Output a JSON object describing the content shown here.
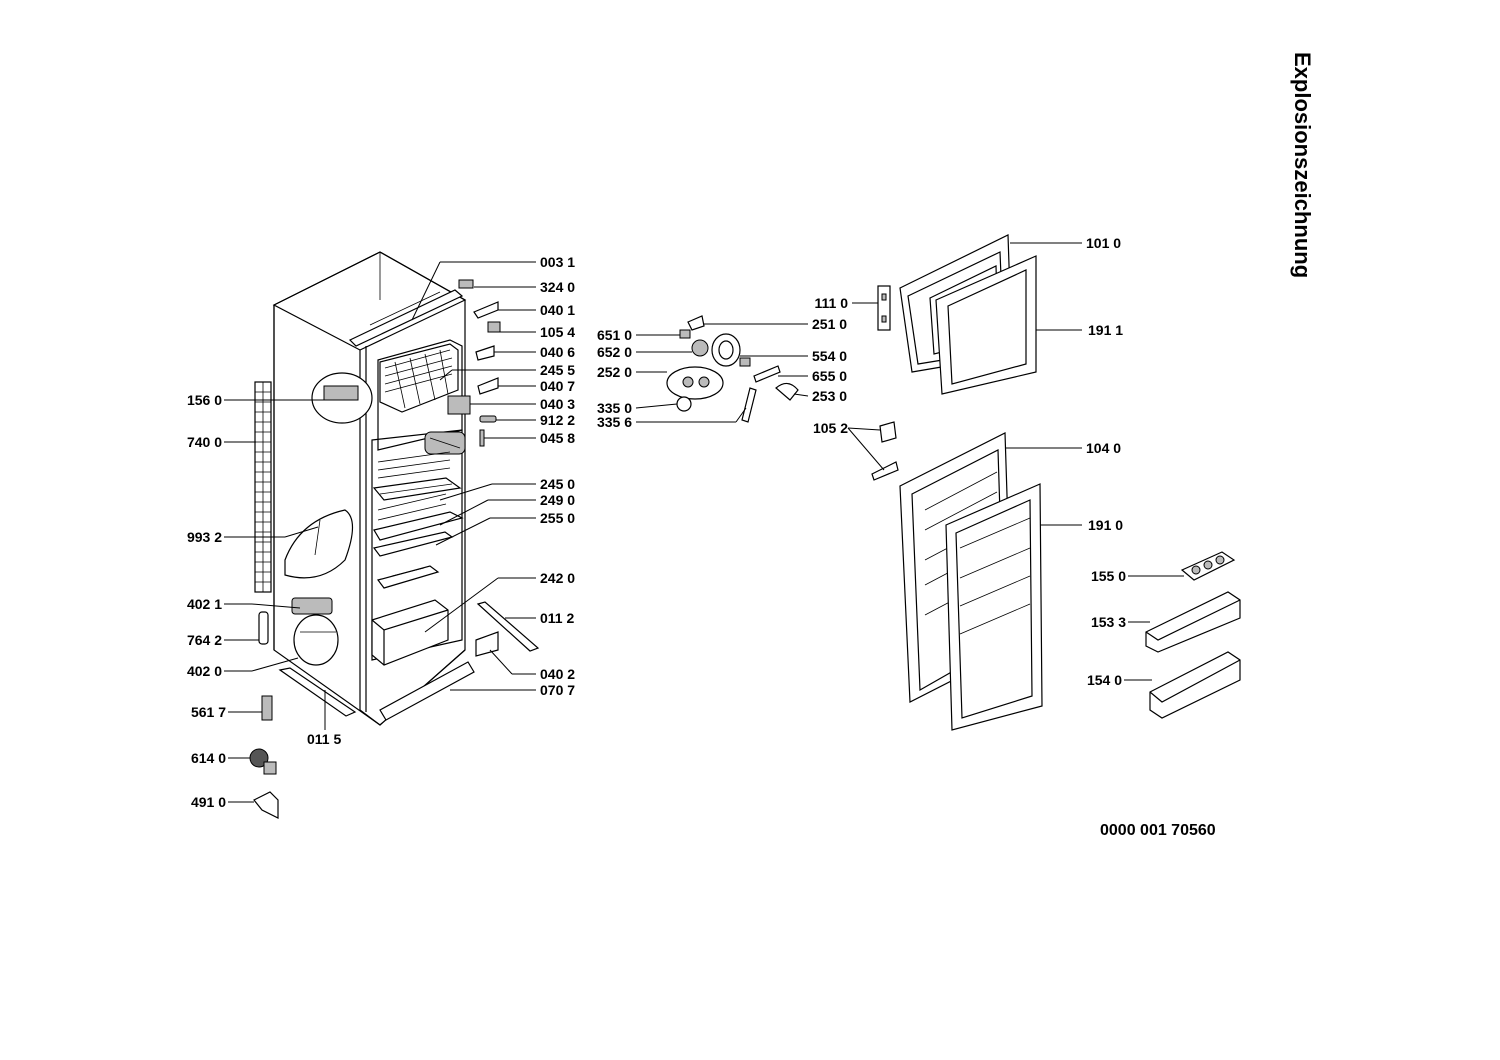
{
  "title": "Explosionszeichnung",
  "document_number": "0000  001 70560",
  "part_labels": {
    "p0031": "003 1",
    "p3240": "324 0",
    "p0401": "040 1",
    "p1054": "105 4",
    "p0406": "040 6",
    "p2455": "245 5",
    "p0407": "040 7",
    "p0403": "040 3",
    "p9122": "912 2",
    "p0458": "045 8",
    "p2450": "245 0",
    "p2490": "249 0",
    "p2550": "255 0",
    "p2420": "242 0",
    "p0112": "011 2",
    "p0402": "040 2",
    "p0707": "070 7",
    "p0115": "011 5",
    "p1560": "156 0",
    "p7400": "740 0",
    "p9932": "993 2",
    "p4021": "402 1",
    "p7642": "764 2",
    "p4020": "402 0",
    "p5617": "561 7",
    "p6140": "614 0",
    "p4910": "491 0",
    "p6510": "651 0",
    "p6520": "652 0",
    "p2520": "252 0",
    "p3350": "335 0",
    "p3356": "335 6",
    "p2510": "251 0",
    "p5540": "554 0",
    "p6550": "655 0",
    "p2530": "253 0",
    "p1110": "111 0",
    "p1010": "101 0",
    "p1911": "191 1",
    "p1052": "105 2",
    "p1040": "104 0",
    "p1910": "191 0",
    "p1550": "155 0",
    "p1533": "153 3",
    "p1540": "154 0"
  }
}
